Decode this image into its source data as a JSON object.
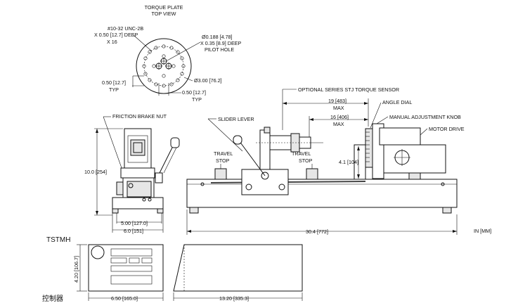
{
  "plate": {
    "title_line1": "TORQUE PLATE",
    "title_line2": "TOP VIEW",
    "thread_line1": "#10-32 UNC-2B",
    "thread_line2": "X 0.50 [12.7] DEEP",
    "thread_line3": "X 16",
    "pilot_line1": "Ø0.188 [4.78]",
    "pilot_line2": "X 0.35 [8.9] DEEP",
    "pilot_line3": "PILOT HOLE",
    "diameter": "Ø3.00 [76.2]",
    "typ_left_value": "0.50 [12.7]",
    "typ_left": "TYP",
    "typ_right_value": "0.50 [12.7]",
    "typ_right": "TYP"
  },
  "labels": {
    "sensor": "OPTIONAL SERIES STJ TORQUE SENSOR",
    "angle_dial": "ANGLE DIAL",
    "manual_knob": "MANUAL ADJUSTMENT KNOB",
    "motor_drive": "MOTOR DRIVE",
    "friction_nut": "FRICTION BRAKE NUT",
    "slider_lever": "SLIDER LEVER",
    "travel_stop_left_1": "TRAVEL",
    "travel_stop_left_2": "STOP",
    "travel_stop_right_1": "TRAVEL",
    "travel_stop_right_2": "STOP"
  },
  "dims": {
    "max19": "19 [483]",
    "max19_label": "MAX",
    "max16": "16 [406]",
    "max16_label": "MAX",
    "h41": "4.1 [104]",
    "h100": "10.0 [254]",
    "w500": "5.00 [127.0]",
    "w60": "6.0 [151]",
    "w304": "30.4 [772]",
    "units": "IN [MM]",
    "h420": "4.20 [106.7]",
    "w650": "6.50 [165.0]",
    "w1320": "13.20 [335.3]"
  },
  "controller": {
    "model": "TSTMH",
    "caption": "控制器"
  }
}
